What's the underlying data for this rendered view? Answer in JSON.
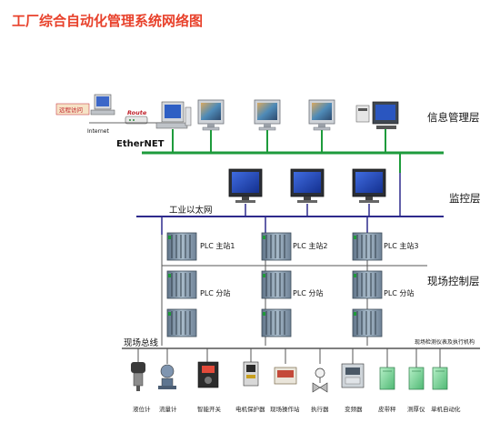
{
  "title": "工厂综合自动化管理系统网络图",
  "layers": {
    "info": "信息管理层",
    "monitor": "监控层",
    "field": "现场控制层"
  },
  "networks": {
    "ethernet": "EtherNET",
    "industrial_ethernet": "工业以太网",
    "fieldbus": "现场总线",
    "internet": "Internet",
    "router": "Route",
    "remote_access": "远程访问"
  },
  "plc": {
    "stations": [
      {
        "main": "PLC 主站1",
        "sub": "PLC 分站"
      },
      {
        "main": "PLC 主站2",
        "sub": "PLC 分站"
      },
      {
        "main": "PLC 主站3",
        "sub": "PLC 分站"
      }
    ]
  },
  "field_note": "现场检测仪表及执行机构",
  "devices": [
    {
      "label": "液位计",
      "icon": "level-gauge-icon"
    },
    {
      "label": "流量计",
      "icon": "flowmeter-icon"
    },
    {
      "label": "智能开关",
      "icon": "smart-switch-icon"
    },
    {
      "label": "电机保护器",
      "icon": "motor-protector-icon"
    },
    {
      "label": "现场操作站",
      "icon": "operator-station-icon"
    },
    {
      "label": "执行器",
      "icon": "actuator-icon"
    },
    {
      "label": "变频器",
      "icon": "inverter-icon"
    },
    {
      "label": "皮带秤",
      "icon": "belt-scale-icon"
    },
    {
      "label": "测厚仪",
      "icon": "thickness-gauge-icon"
    },
    {
      "label": "单机自动化",
      "icon": "standalone-automation-icon"
    }
  ],
  "colors": {
    "title": "#e8412b",
    "ethernet_line": "#1e9b3c",
    "industrial_line": "#2e2a8c",
    "fieldbus_line": "#555555",
    "monitor_screen": "#1f3fbf",
    "plc_body": "#8fa6b8",
    "field_panel": "#7fd19a"
  }
}
